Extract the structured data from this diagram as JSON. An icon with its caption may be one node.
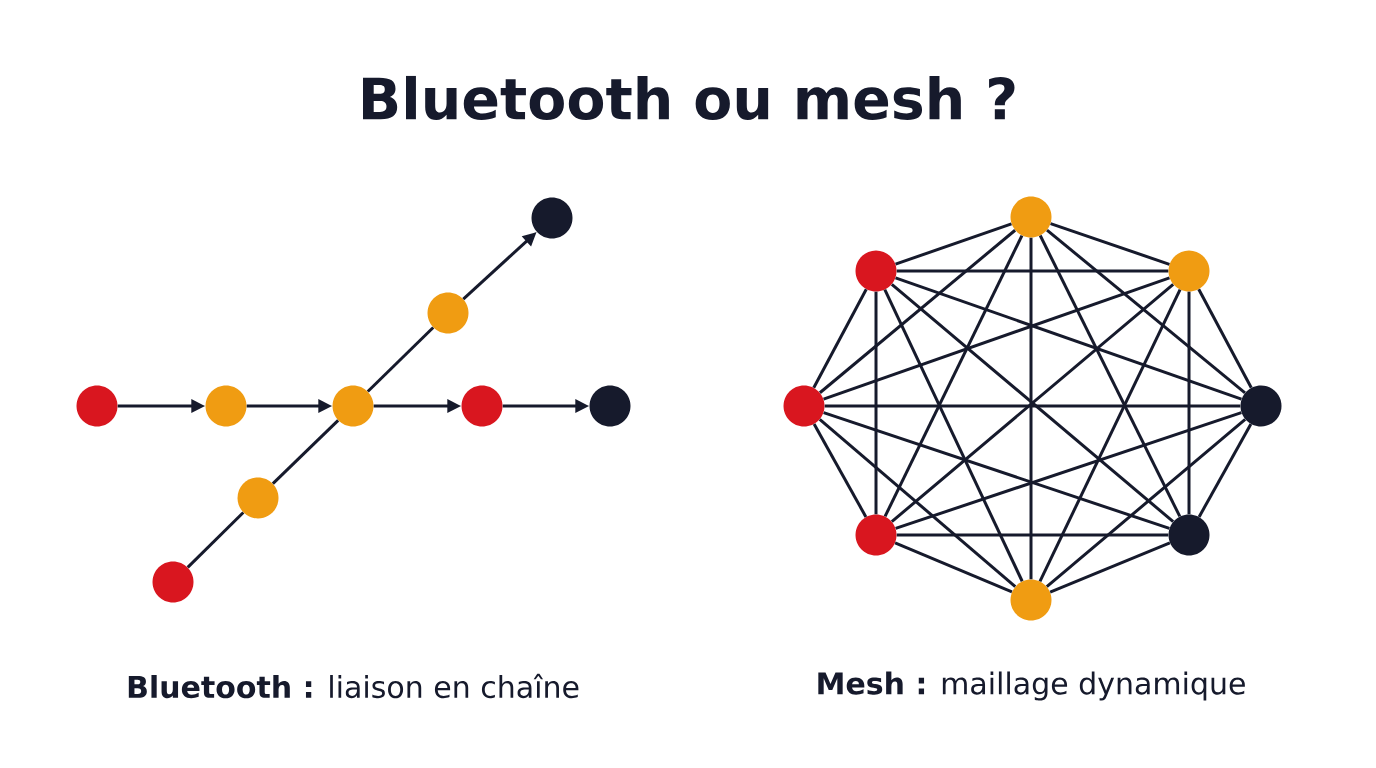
{
  "diagram": {
    "title": "Bluetooth ou mesh ?",
    "nodes": [
      {
        "text": [],
        "shape": "circle"
      },
      {
        "text": [],
        "shape": "circle"
      },
      {
        "text": [],
        "shape": "circle"
      },
      {
        "text": [],
        "shape": "circle"
      },
      {
        "text": [],
        "shape": "circle"
      },
      {
        "text": [],
        "shape": "circle"
      },
      {
        "text": [],
        "shape": "circle"
      },
      {
        "text": [],
        "shape": "circle"
      },
      {
        "text": [],
        "shape": "circle"
      },
      {
        "text": [],
        "shape": "circle"
      },
      {
        "text": [],
        "shape": "circle"
      },
      {
        "text": [],
        "shape": "circle"
      },
      {
        "text": [],
        "shape": "circle"
      },
      {
        "text": [],
        "shape": "circle"
      },
      {
        "text": [],
        "shape": "circle"
      },
      {
        "text": [],
        "shape": "circle"
      },
      {
        "text": [],
        "shape": "circle"
      }
    ],
    "edges": [
      {
        "from": 0,
        "to": 2,
        "arrow": "to"
      },
      {
        "from": 2,
        "to": 4,
        "arrow": "to"
      },
      {
        "from": 4,
        "to": 6,
        "arrow": "to"
      },
      {
        "from": 6,
        "to": 8,
        "arrow": "to"
      },
      {
        "from": 1,
        "to": 3,
        "arrow": "none"
      },
      {
        "from": 3,
        "to": 4,
        "arrow": "none"
      },
      {
        "from": 4,
        "to": 5,
        "arrow": "none"
      },
      {
        "from": 5,
        "to": 7,
        "arrow": "to"
      },
      {
        "from": 9,
        "to": 10,
        "arrow": "none"
      },
      {
        "from": 9,
        "to": 11,
        "arrow": "none"
      },
      {
        "from": 9,
        "to": 12,
        "arrow": "none"
      },
      {
        "from": 9,
        "to": 13,
        "arrow": "none"
      },
      {
        "from": 9,
        "to": 14,
        "arrow": "none"
      },
      {
        "from": 9,
        "to": 15,
        "arrow": "none"
      },
      {
        "from": 9,
        "to": 16,
        "arrow": "none"
      },
      {
        "from": 10,
        "to": 11,
        "arrow": "none"
      },
      {
        "from": 10,
        "to": 12,
        "arrow": "none"
      },
      {
        "from": 10,
        "to": 13,
        "arrow": "none"
      },
      {
        "from": 10,
        "to": 14,
        "arrow": "none"
      },
      {
        "from": 10,
        "to": 15,
        "arrow": "none"
      },
      {
        "from": 10,
        "to": 16,
        "arrow": "none"
      },
      {
        "from": 11,
        "to": 12,
        "arrow": "none"
      },
      {
        "from": 11,
        "to": 13,
        "arrow": "none"
      },
      {
        "from": 11,
        "to": 14,
        "arrow": "none"
      },
      {
        "from": 11,
        "to": 15,
        "arrow": "none"
      },
      {
        "from": 11,
        "to": 16,
        "arrow": "none"
      },
      {
        "from": 12,
        "to": 13,
        "arrow": "none"
      },
      {
        "from": 12,
        "to": 14,
        "arrow": "none"
      },
      {
        "from": 12,
        "to": 15,
        "arrow": "none"
      },
      {
        "from": 12,
        "to": 16,
        "arrow": "none"
      },
      {
        "from": 13,
        "to": 14,
        "arrow": "none"
      },
      {
        "from": 13,
        "to": 15,
        "arrow": "none"
      },
      {
        "from": 13,
        "to": 16,
        "arrow": "none"
      },
      {
        "from": 14,
        "to": 15,
        "arrow": "none"
      },
      {
        "from": 14,
        "to": 16,
        "arrow": "none"
      },
      {
        "from": 15,
        "to": 16,
        "arrow": "none"
      }
    ],
    "labels": [
      "**Bluetooth :** liaison en chaîne",
      "**Mesh :** maillage dynamique"
    ]
  }
}
